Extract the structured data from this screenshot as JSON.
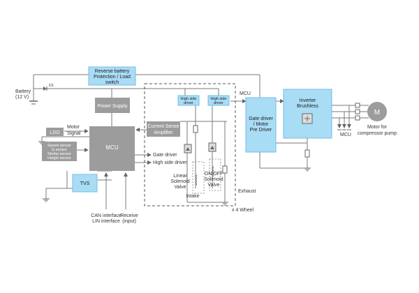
{
  "colors": {
    "gray_box": "#9c9c9c",
    "blue_box": "#a9dcf5",
    "blue_box_stroke": "#6fbfe6",
    "wire": "#7a7a7a",
    "dashed": "#555555"
  },
  "labels": {
    "reverse_battery": [
      "Reverse battery",
      "Protection / Load",
      "switch"
    ],
    "battery": [
      "Battery",
      "(12 V)"
    ],
    "diode_d1": "D1",
    "power_supply": "Power Supply",
    "ldo": "LDO",
    "motor_signal": [
      "Motor",
      "Signal"
    ],
    "sensors": [
      "Speed sensor",
      "G sensor",
      "Stroke sensor",
      "Height sensor"
    ],
    "mcu": "MCU",
    "tvs": "TVS",
    "current_sense": [
      "Current Sense",
      "Amplifier"
    ],
    "gate_driver_arrow": "Gate driver",
    "high_side_driver_arrow": "High side driver",
    "hs_driver_1": [
      "High side",
      "driver"
    ],
    "hs_driver_2": [
      "High side",
      "driver"
    ],
    "linear_valve": [
      "Linear",
      "Solenoid",
      "Valve"
    ],
    "onoff_valve": [
      "ON/OFF",
      "Solenoid",
      "Valve"
    ],
    "intake": "Intake",
    "exhaust": "Exhaust",
    "x4_wheel": "x 4 Wheel",
    "mcu_top": "MCU",
    "gate_driver_box": [
      "Gate driver",
      "/ Motor",
      "Pre Driver"
    ],
    "inverter": [
      "Inverter",
      "Brushless"
    ],
    "mcu_right": "MCU",
    "motor_symbol": "M",
    "motor_caption": [
      "Motor for",
      "compressor pump"
    ],
    "can_lin": [
      "CAN interface",
      "LIN interface"
    ],
    "receive": [
      "Receive",
      "(input)"
    ]
  }
}
